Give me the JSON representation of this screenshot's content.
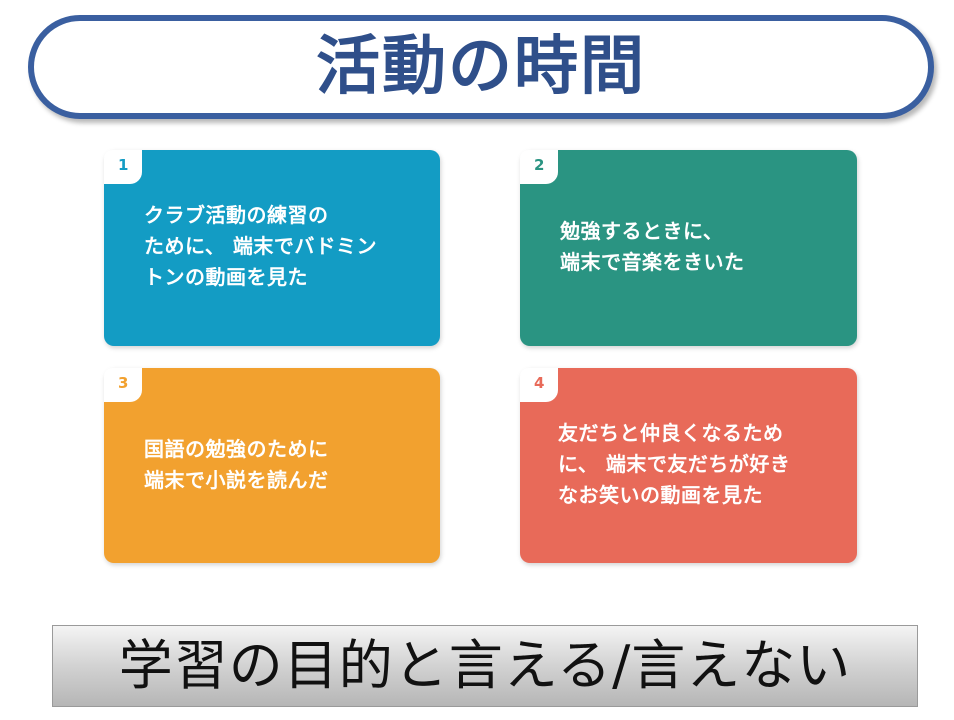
{
  "title": "活動の時間",
  "cards": [
    {
      "number": "1",
      "text": "クラブ活動の練習の\nために、 端末でバドミン\nトンの動画を見た",
      "color": "#139cc4"
    },
    {
      "number": "2",
      "text": "勉強するときに、\n端末で音楽をきいた",
      "color": "#2a9482"
    },
    {
      "number": "3",
      "text": "国語の勉強のために\n端末で小説を読んだ",
      "color": "#f2a12f"
    },
    {
      "number": "4",
      "text": "友だちと仲良くなるため\nに、 端末で友だちが好き\nなお笑いの動画を見た",
      "color": "#e86a59"
    }
  ],
  "footer": "学習の目的と言える/言えない"
}
